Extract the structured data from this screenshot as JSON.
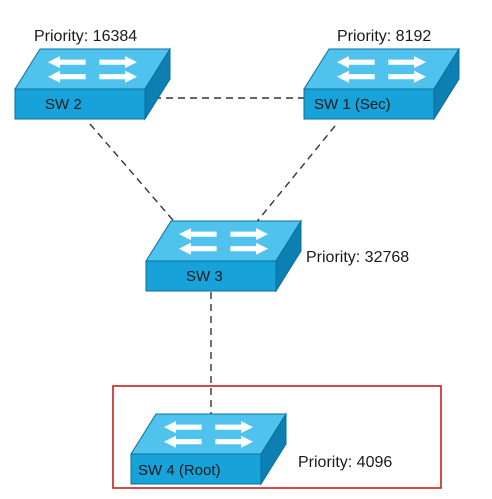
{
  "diagram": {
    "switches": [
      {
        "id": "sw2",
        "label": "SW 2",
        "priority_label": "Priority: 16384"
      },
      {
        "id": "sw1",
        "label": "SW 1 (Sec)",
        "priority_label": "Priority: 8192"
      },
      {
        "id": "sw3",
        "label": "SW 3",
        "priority_label": "Priority: 32768"
      },
      {
        "id": "sw4",
        "label": "SW 4 (Root)",
        "priority_label": "Priority: 4096"
      }
    ],
    "links": [
      {
        "from": "sw2",
        "to": "sw1"
      },
      {
        "from": "sw2",
        "to": "sw3"
      },
      {
        "from": "sw1",
        "to": "sw3"
      },
      {
        "from": "sw3",
        "to": "sw4"
      }
    ],
    "highlight": {
      "switch": "sw4",
      "color": "#c81e1e"
    },
    "colors": {
      "switch_top": "#4fc3ee",
      "switch_front": "#17a3d9",
      "switch_side": "#0d7fb2",
      "switch_edge": "#0a6f9c",
      "arrow": "#ffffff",
      "link": "#333333"
    },
    "icons": [
      "switch-icon"
    ]
  }
}
